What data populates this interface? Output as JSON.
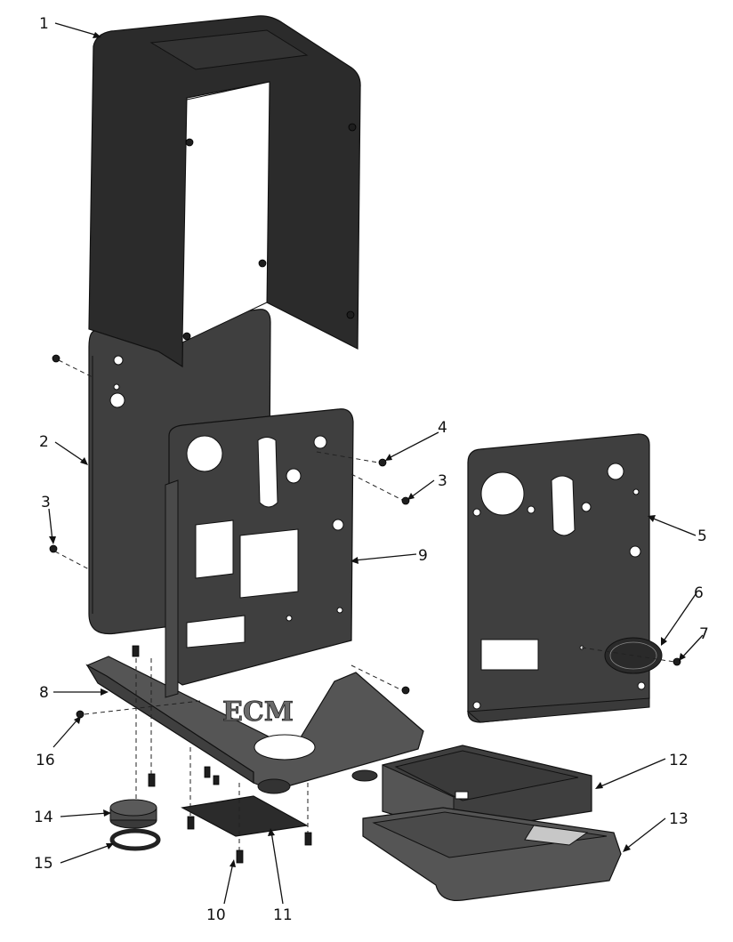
{
  "callouts": [
    {
      "id": "1",
      "label": "1"
    },
    {
      "id": "2",
      "label": "2"
    },
    {
      "id": "3a",
      "label": "3"
    },
    {
      "id": "3b",
      "label": "3"
    },
    {
      "id": "4",
      "label": "4"
    },
    {
      "id": "5",
      "label": "5"
    },
    {
      "id": "6",
      "label": "6"
    },
    {
      "id": "7",
      "label": "7"
    },
    {
      "id": "8",
      "label": "8"
    },
    {
      "id": "9",
      "label": "9"
    },
    {
      "id": "10",
      "label": "10"
    },
    {
      "id": "11",
      "label": "11"
    },
    {
      "id": "12",
      "label": "12"
    },
    {
      "id": "13",
      "label": "13"
    },
    {
      "id": "14",
      "label": "14"
    },
    {
      "id": "15",
      "label": "15"
    },
    {
      "id": "16",
      "label": "16"
    }
  ],
  "logo": {
    "text": "ECM"
  },
  "colors": {
    "part": "#2b2b2b",
    "line": "#111111",
    "background": "#ffffff"
  }
}
